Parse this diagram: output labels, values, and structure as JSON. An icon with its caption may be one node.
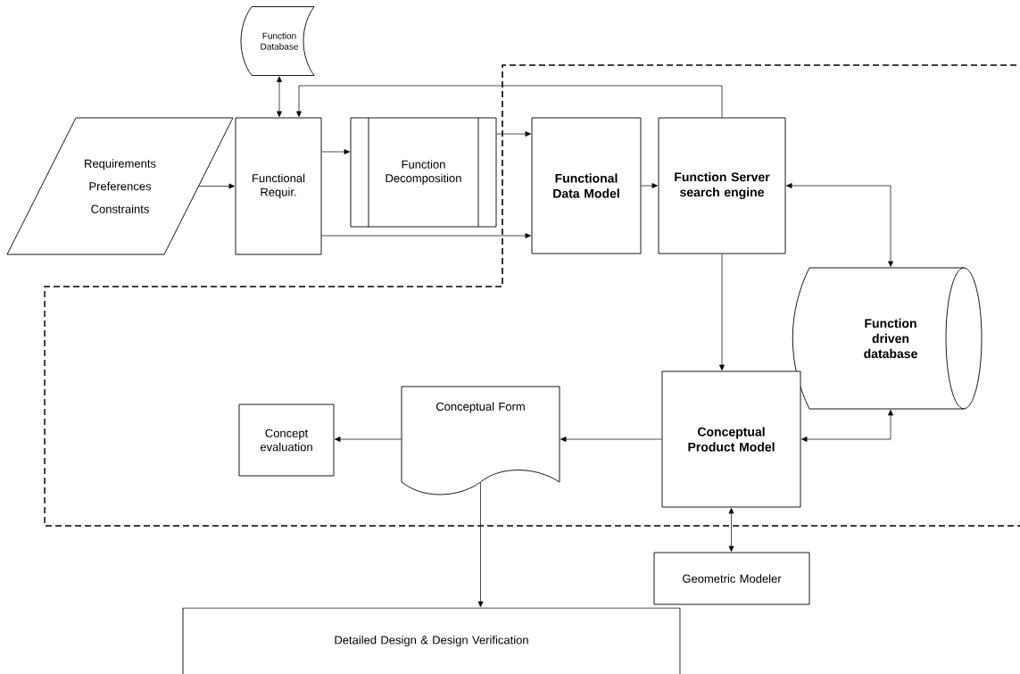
{
  "diagram": {
    "nodes": [
      {
        "text": [
          "Function Database"
        ]
      },
      {
        "text": [
          "Requirements",
          "Preferences",
          "Constraints"
        ]
      },
      {
        "text": [
          "Functional Requir."
        ]
      },
      {
        "text": [
          "Function Decomposition"
        ]
      },
      {
        "text": [
          "Functional Data Model"
        ]
      },
      {
        "text": [
          "Function Server search engine"
        ]
      },
      {
        "text": [
          "Function driven database"
        ]
      },
      {
        "text": [
          "Conceptual Product Model"
        ]
      },
      {
        "text": [
          "Conceptual Form"
        ]
      },
      {
        "text": [
          "Concept evaluation"
        ]
      },
      {
        "text": [
          "Geometric Modeler"
        ]
      },
      {
        "text": [
          "Detailed Design & Design Verification"
        ]
      }
    ],
    "edges": [
      {
        "from": 0,
        "to": 2,
        "arrow": "both"
      },
      {
        "from": 5,
        "to": 2,
        "arrow": "to"
      },
      {
        "from": 1,
        "to": 2,
        "arrow": "to"
      },
      {
        "from": 2,
        "to": 3,
        "arrow": "to"
      },
      {
        "from": 2,
        "to": 4,
        "arrow": "to"
      },
      {
        "from": 3,
        "to": 4,
        "arrow": "to"
      },
      {
        "from": 4,
        "to": 5,
        "arrow": "to"
      },
      {
        "from": 5,
        "to": 6,
        "arrow": "both"
      },
      {
        "from": 5,
        "to": 7,
        "arrow": "to"
      },
      {
        "from": 7,
        "to": 6,
        "arrow": "both"
      },
      {
        "from": 7,
        "to": 8,
        "arrow": "to"
      },
      {
        "from": 8,
        "to": 9,
        "arrow": "to"
      },
      {
        "from": 8,
        "to": 11,
        "arrow": "to"
      },
      {
        "from": 7,
        "to": 10,
        "arrow": "both"
      }
    ]
  }
}
